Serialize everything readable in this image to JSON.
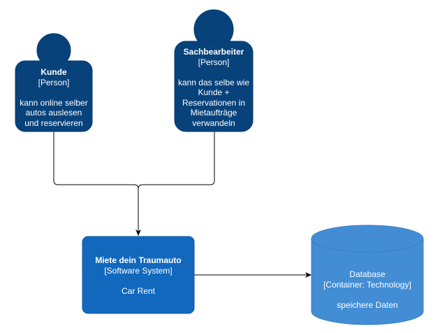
{
  "colors": {
    "person_fill": "#08427B",
    "person_stroke": "#073B6F",
    "system_fill": "#1168BD",
    "system_stroke": "#0E5AA7",
    "database_fill": "#438DD5",
    "database_stroke": "#3C7FC0",
    "edge": "#000000"
  },
  "kunde": {
    "name": "Kunde",
    "kind": "[Person]",
    "description": "kann online selber\nautos auslesen\nund reservieren"
  },
  "sachbearbeiter": {
    "name": "Sachbearbeiter",
    "kind": "[Person]",
    "description": "kann das selbe wie\nKunde +\nReservationen in\nMietaufträge\nverwandeln"
  },
  "system": {
    "name": "Miete dein Traumauto",
    "kind": "[Software System]",
    "description": "Car Rent"
  },
  "database": {
    "name": "Database",
    "kind": "[Container: Technology]",
    "description": "speichere Daten"
  }
}
